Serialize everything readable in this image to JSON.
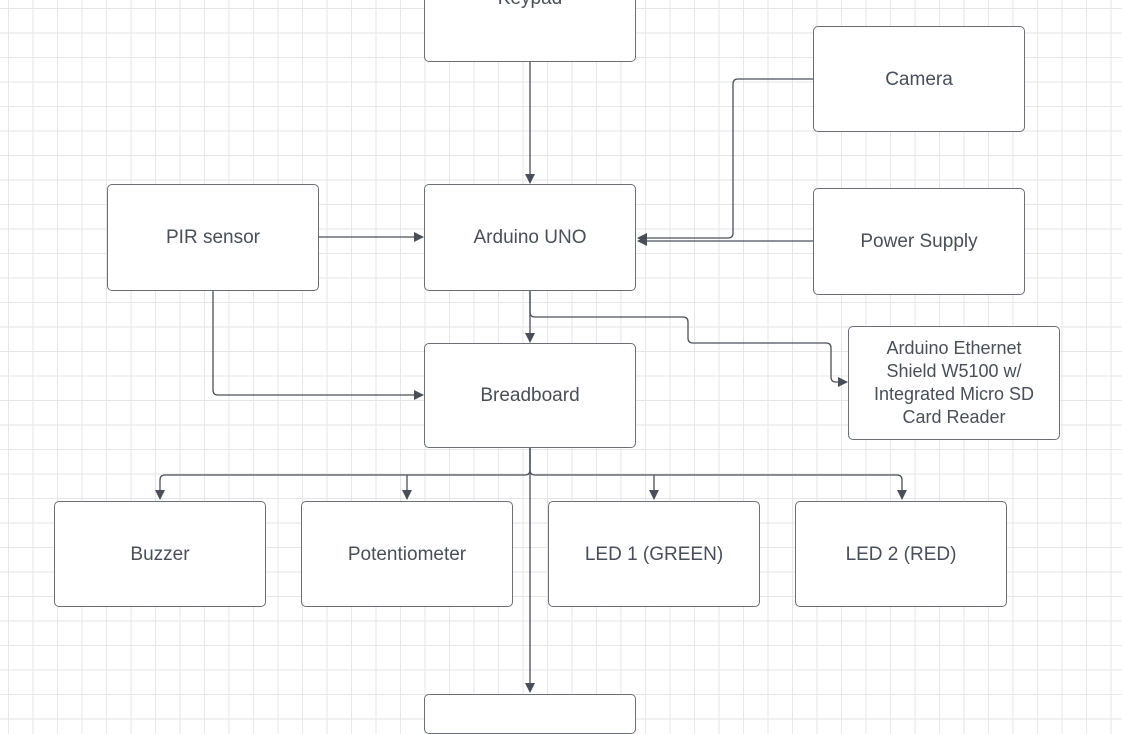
{
  "diagram": {
    "type": "block-diagram",
    "line_color": "#4a4f57",
    "box_border_color": "#6b6f75",
    "text_color": "#4a4f57",
    "nodes": [
      {
        "id": "keypad",
        "label": "Keypad"
      },
      {
        "id": "camera",
        "label": "Camera"
      },
      {
        "id": "pir",
        "label": "PIR sensor"
      },
      {
        "id": "arduino",
        "label": "Arduino UNO"
      },
      {
        "id": "power",
        "label": "Power Supply"
      },
      {
        "id": "breadboard",
        "label": "Breadboard"
      },
      {
        "id": "ethernet",
        "label": "Arduino Ethernet\nShield W5100 w/\nIntegrated Micro SD\nCard Reader"
      },
      {
        "id": "buzzer",
        "label": "Buzzer"
      },
      {
        "id": "potentiometer",
        "label": "Potentiometer"
      },
      {
        "id": "led1",
        "label": "LED 1 (GREEN)"
      },
      {
        "id": "led2",
        "label": "LED 2 (RED)"
      },
      {
        "id": "bottom",
        "label": ""
      }
    ],
    "edges": [
      {
        "from": "keypad",
        "to": "arduino"
      },
      {
        "from": "camera",
        "to": "arduino"
      },
      {
        "from": "power",
        "to": "arduino"
      },
      {
        "from": "pir",
        "to": "arduino"
      },
      {
        "from": "pir",
        "to": "breadboard"
      },
      {
        "from": "arduino",
        "to": "breadboard"
      },
      {
        "from": "arduino",
        "to": "ethernet"
      },
      {
        "from": "breadboard",
        "to": "buzzer"
      },
      {
        "from": "breadboard",
        "to": "potentiometer"
      },
      {
        "from": "breadboard",
        "to": "led1"
      },
      {
        "from": "breadboard",
        "to": "led2"
      },
      {
        "from": "breadboard",
        "to": "bottom"
      }
    ]
  }
}
